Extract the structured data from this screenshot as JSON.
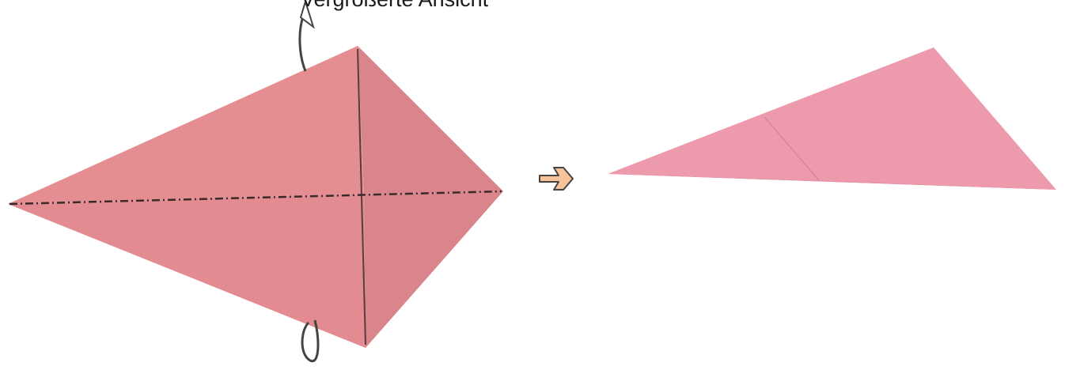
{
  "caption": "Vergrößerte Ansicht",
  "colors": {
    "paper_left_main": "#e48e92",
    "paper_left_right_facet": "#d9858b",
    "paper_left_bottom_facet": "#e28b90",
    "paper_right": "#ec9aac",
    "paper_right_shade": "#e592a6",
    "crease": "#5a3c3c",
    "fold_line": "#3a2a2a",
    "arrow_fill": "#f7c49a",
    "arrow_stroke": "#444444",
    "background": "#ffffff"
  },
  "icons": {
    "next_step": "arrow-right-icon",
    "fold_back_top": "fold-back-arrow-icon",
    "fold_back_bottom": "fold-back-arrow-icon"
  },
  "steps": [
    {
      "name": "kite-base-folded-paper",
      "fold_line_style": "dash-dot"
    },
    {
      "name": "folded-triangle-result"
    }
  ]
}
